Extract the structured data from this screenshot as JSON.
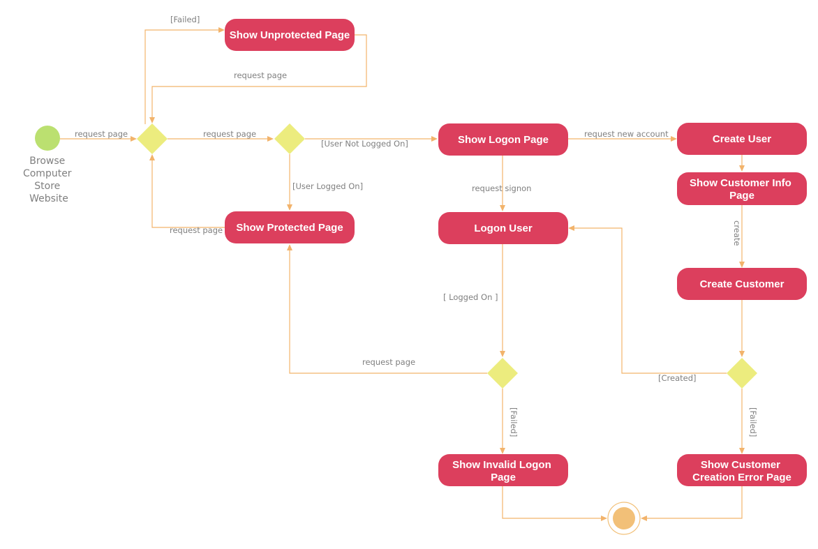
{
  "start": {
    "label_lines": [
      "Browse",
      "Computer",
      "Store",
      "Website"
    ]
  },
  "actions": {
    "show_unprotected_page": [
      "Show Unprotected Page"
    ],
    "show_protected_page": [
      "Show Protected Page"
    ],
    "show_logon_page": [
      "Show Logon Page"
    ],
    "logon_user": [
      "Logon User"
    ],
    "create_user": [
      "Create User"
    ],
    "show_customer_info_page": [
      "Show Customer Info",
      "Page"
    ],
    "create_customer": [
      "Create Customer"
    ],
    "show_invalid_logon_page": [
      "Show Invalid Logon",
      "Page"
    ],
    "show_customer_creation_error_page": [
      "Show Customer",
      "Creation Error Page"
    ]
  },
  "edge_labels": {
    "failed_top": "[Failed]",
    "request_page_loop_top": "request page",
    "request_page_start": "request page",
    "request_page_mid": "request page",
    "user_not_logged_on": "[User Not Logged On]",
    "request_new_account": "request new account",
    "user_logged_on": "[User Logged On]",
    "request_page_protected": "request page",
    "request_signon": "request signon",
    "create": "create",
    "logged_on": "[ Logged On ]",
    "request_page_bottom": "request page",
    "created": "[Created]",
    "failed_logon": "[Failed]",
    "failed_customer": "[Failed]"
  },
  "colors": {
    "action": "#dc3f5d",
    "decision": "#ecec7e",
    "start": "#bbe070",
    "end": "#f2c078",
    "edge": "#f2b36b",
    "text_gray": "#7f7f7f"
  }
}
